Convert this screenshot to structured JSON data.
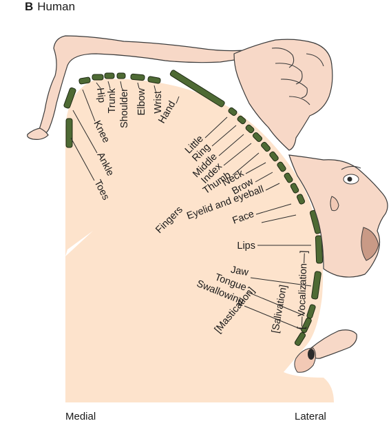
{
  "panel": {
    "letter": "B",
    "title": "Human"
  },
  "axis": {
    "left": "Medial",
    "right": "Lateral"
  },
  "labels": {
    "toes": "Toes",
    "ankle": "Ankle",
    "knee": "Knee",
    "hip": "Hip",
    "trunk": "Trunk",
    "shoulder": "Shoulder",
    "elbow": "Elbow",
    "wrist": "Wrist",
    "hand": "Hand",
    "little": "Little",
    "ring": "Ring",
    "middle": "Middle",
    "index": "Index",
    "thumb": "Thumb",
    "fingers": "Fingers",
    "neck": "Neck",
    "brow": "Brow",
    "eyelid": "Eyelid and eyeball",
    "face": "Face",
    "lips": "Lips",
    "jaw": "Jaw",
    "tongue": "Tongue",
    "swallowing": "Swallowing",
    "mastication": "[Mastication]",
    "salivation": "[Salivation]",
    "vocalization": "[—Vocalization—]"
  },
  "colors": {
    "tissue": "#fde3cc",
    "cortex_band": "#4e6a34",
    "band_edge": "#1e2a14",
    "skin": "#f7d8c7",
    "outline": "#3a3a3a"
  }
}
